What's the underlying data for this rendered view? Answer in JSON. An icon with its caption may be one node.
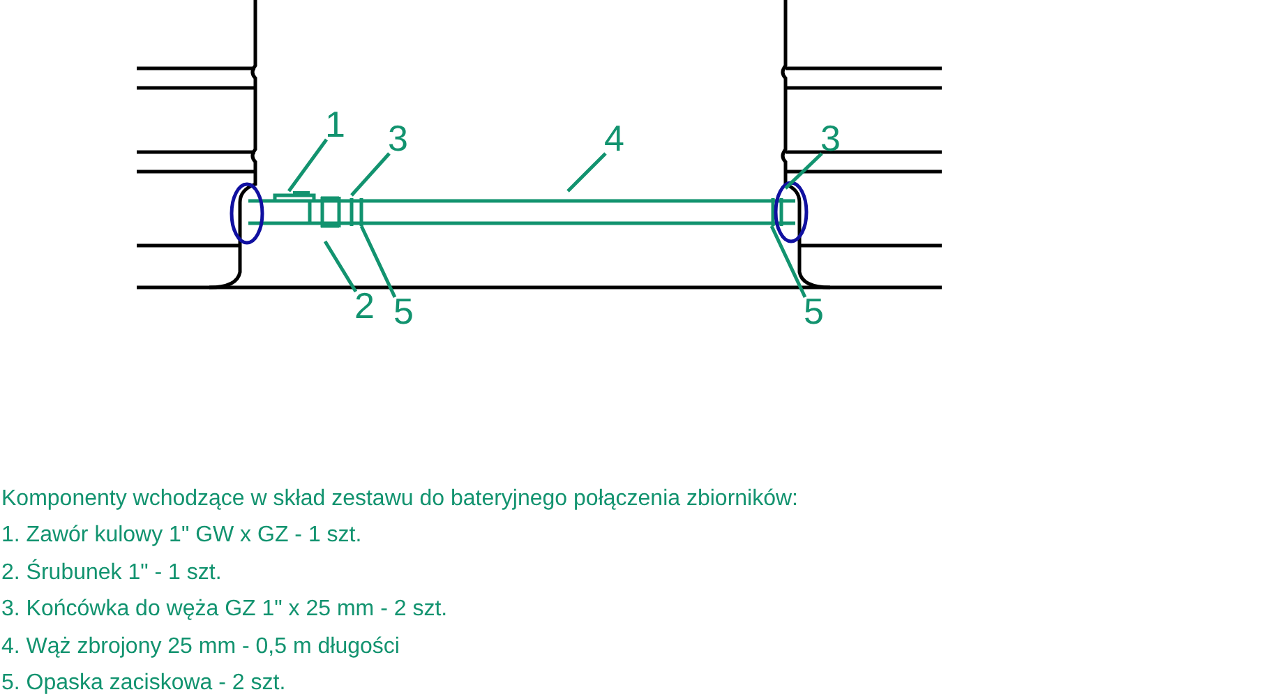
{
  "diagram": {
    "nodes": [
      {
        "text": [
          "1"
        ]
      },
      {
        "text": [
          "3"
        ]
      },
      {
        "text": [
          "4"
        ]
      },
      {
        "text": [
          "3"
        ]
      },
      {
        "text": [
          "2"
        ]
      },
      {
        "text": [
          "5"
        ]
      },
      {
        "text": [
          "5"
        ]
      }
    ],
    "edges": [
      {
        "from": 0,
        "to": null,
        "arrow": "none"
      },
      {
        "from": 1,
        "to": null,
        "arrow": "none"
      },
      {
        "from": 2,
        "to": null,
        "arrow": "none"
      },
      {
        "from": 3,
        "to": null,
        "arrow": "none"
      },
      {
        "from": 4,
        "to": null,
        "arrow": "none"
      },
      {
        "from": 5,
        "to": null,
        "arrow": "none"
      },
      {
        "from": 6,
        "to": null,
        "arrow": "none"
      }
    ],
    "labels": [
      "Komponenty wchodzące w skład zestawu do bateryjnego połączenia zbiorników:",
      "1. Zawór kulowy 1\" GW x GZ - 1 szt.",
      "2. Śrubunek 1\" - 1 szt.",
      "3. Końcówka do węża GZ 1\" x 25 mm - 2 szt.",
      "4. Wąż zbrojony 25 mm - 0,5 m długości",
      "5. Opaska zaciskowa - 2 szt."
    ]
  }
}
